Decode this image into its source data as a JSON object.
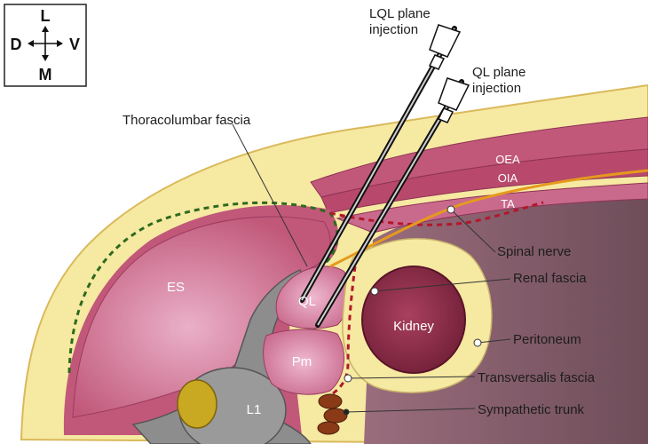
{
  "compass": {
    "top": "L",
    "left": "D",
    "right": "V",
    "bottom": "M"
  },
  "needles": {
    "lql_line1": "LQL plane",
    "lql_line2": "injection",
    "ql_line1": "QL plane",
    "ql_line2": "injection"
  },
  "structures": {
    "es": "ES",
    "ql": "QL",
    "pm": "Pm",
    "l1": "L1",
    "kidney": "Kidney",
    "oea": "OEA",
    "oia": "OIA",
    "ta": "TA"
  },
  "callouts": {
    "thoracolumbar": "Thoracolumbar fascia",
    "spinal_nerve": "Spinal nerve",
    "renal_fascia": "Renal fascia",
    "peritoneum": "Peritoneum",
    "transversalis": "Transversalis fascia",
    "sympathetic": "Sympathetic trunk"
  },
  "colors": {
    "fat": "#f6e9a2",
    "skin_edge": "#e6cf63",
    "muscle": "#c1587a",
    "muscle_light": "#e29bb6",
    "kidney": "#8a2a45",
    "bone": "#8d8d8d",
    "vertebral_core": "#c9a822",
    "cavity": "#86606f",
    "green_dash": "#2e6a1e",
    "red_dash": "#b3172b",
    "nerve": "#e59a1d"
  }
}
